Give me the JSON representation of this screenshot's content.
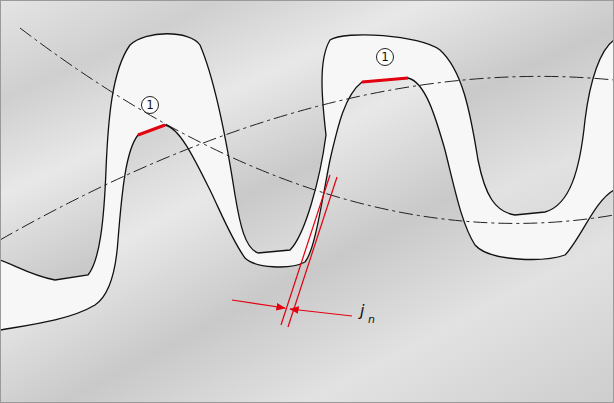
{
  "diagram": {
    "labels": [
      "1",
      "1",
      "j",
      "n"
    ]
  }
}
